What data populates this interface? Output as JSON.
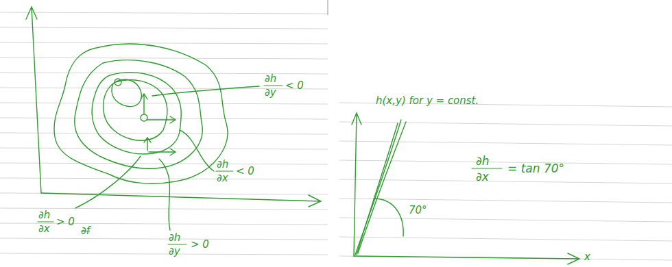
{
  "diagram": {
    "labels": [
      "∂h",
      "∂y",
      "< 0",
      "∂h",
      "∂x",
      "< 0",
      "∂h",
      "∂x",
      "> 0",
      "∂f",
      "∂h",
      "∂y",
      "> 0",
      "h(x,y) for y = const.",
      "∂h",
      "∂x",
      "= tan 70°",
      "70°",
      "x"
    ]
  }
}
